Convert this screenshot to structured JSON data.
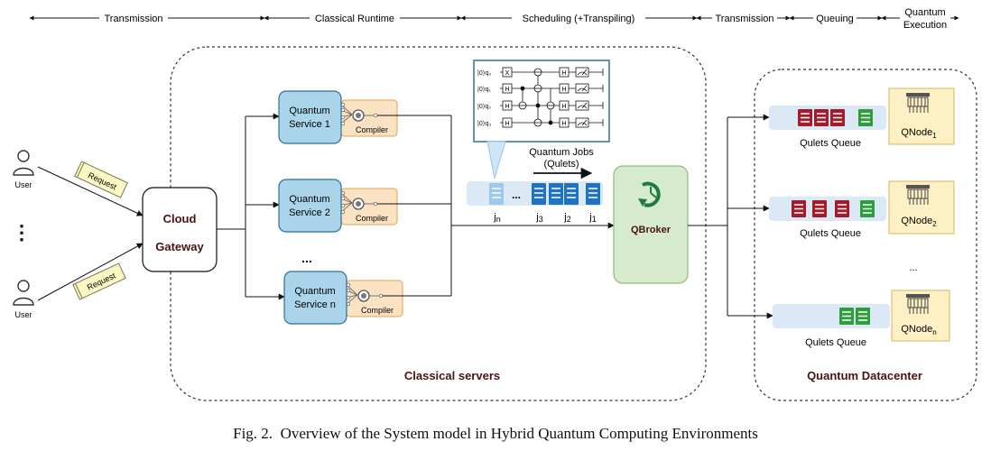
{
  "phases": [
    {
      "label": "Transmission"
    },
    {
      "label": "Classical Runtime"
    },
    {
      "label": "Scheduling (+Transpiling)"
    },
    {
      "label": "Transmission"
    },
    {
      "label": "Queuing"
    },
    {
      "label": "Quantum",
      "label2": "Execution"
    }
  ],
  "users": [
    {
      "label": "User",
      "request": "Request"
    },
    {
      "label": "User",
      "request": "Request"
    }
  ],
  "users_ellipsis": "⋮",
  "gateway": {
    "line1": "Cloud",
    "line2": "Gateway"
  },
  "services": [
    {
      "line1": "Quantum",
      "line2": "Service 1",
      "compiler": "Compiler"
    },
    {
      "line1": "Quantum",
      "line2": "Service 2",
      "compiler": "Compiler"
    },
    {
      "line1": "Quantum",
      "line2": "Service n",
      "compiler": "Compiler"
    }
  ],
  "services_ellipsis": "...",
  "classical_servers_label": "Classical servers",
  "circuit": {
    "inputs": [
      "|0⟩q₀",
      "|0⟩q₁",
      "|0⟩q₂",
      "|0⟩q₃"
    ],
    "gates_first": [
      "X",
      "H",
      "H",
      "H"
    ],
    "gates_h": [
      "H",
      "H",
      "H",
      "H"
    ]
  },
  "jobs": {
    "title1": "Quantum Jobs",
    "title2": "(Qulets)",
    "dots": "...",
    "labels": [
      {
        "main": "j",
        "sub": "n"
      },
      {
        "main": "j",
        "sub": "3"
      },
      {
        "main": "j",
        "sub": "2"
      },
      {
        "main": "j",
        "sub": "1"
      }
    ]
  },
  "qbroker": {
    "label": "QBroker"
  },
  "queues": [
    {
      "label": "Qulets Queue",
      "node": "QNode",
      "node_sub": "1"
    },
    {
      "label": "Qulets Queue",
      "node": "QNode",
      "node_sub": "2"
    },
    {
      "label": "Qulets Queue",
      "node": "QNode",
      "node_sub": "n"
    }
  ],
  "queues_ellipsis": "...",
  "datacenter_label": "Quantum Datacenter",
  "caption": {
    "prefix": "Fig. 2.",
    "text": "Overview of the System model in Hybrid Quantum Computing Environments"
  },
  "colors": {
    "service_fill": "#a9d4ea",
    "service_stroke": "#2f6f95",
    "compiler_fill": "#fbe2c3",
    "compiler_stroke": "#e0a24f",
    "qbroker_fill": "#d6ebcd",
    "qbroker_stroke": "#8fbc7a",
    "qbroker_icon": "#1f7a3e",
    "request_fill": "#fbf7c3",
    "job_blue": "#1f72c4",
    "job_pale": "#9dc9ec",
    "queue_bg": "#dbe9f6",
    "qulet_red": "#a41b2b",
    "qulet_green": "#2e9e3a",
    "qnode_fill": "#fdf0c4",
    "qnode_stroke": "#d9b55a"
  }
}
